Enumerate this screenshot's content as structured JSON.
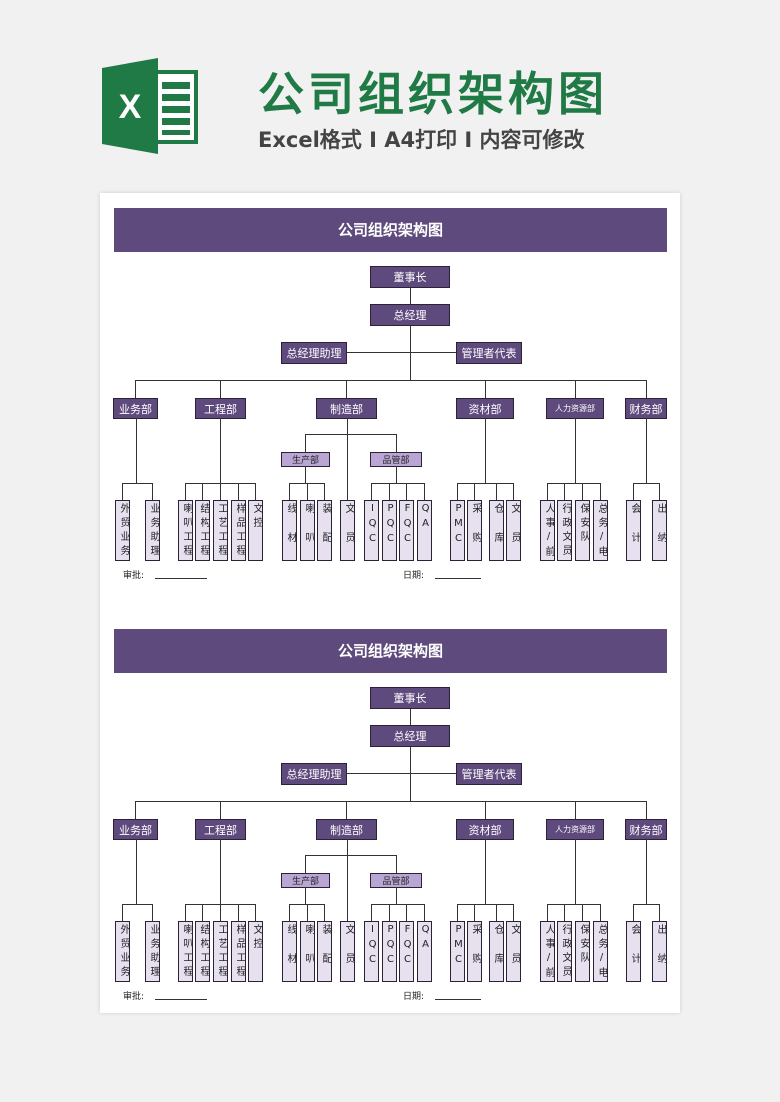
{
  "header": {
    "title": "公司组织架构图",
    "subtitle": "Excel格式 I A4打印 I 内容可修改",
    "logo_letter": "X"
  },
  "sheet": {
    "title": "公司组织架构图",
    "chairman": "董事长",
    "gm": "总经理",
    "gm_assistant": "总经理助理",
    "mgmt_rep": "管理者代表",
    "depts": [
      "业务部",
      "工程部",
      "制造部",
      "资材部",
      "人力资源部",
      "财务部"
    ],
    "subdepts": [
      "生产部",
      "品管部"
    ],
    "leaves": [
      "外贸业务",
      "业务助理",
      "喇叭工程",
      "结构工程",
      "工艺工程",
      "样品工程",
      "文控",
      "线 材",
      "喇 叭",
      "装 配",
      "文 员",
      "IQC",
      "PQC",
      "FQC",
      "QA",
      "PMC",
      "采 购",
      "仓 库",
      "文 员",
      "人事/前",
      "行政文员",
      "保安队",
      "总务/电",
      "会 计",
      "出 纳"
    ],
    "approve_label": "审批:",
    "date_label": "日期:"
  },
  "colors": {
    "brand": "#1f7a45",
    "bar": "#5e4a7c",
    "leaf": "#e6e0ef",
    "sub": "#b9a6d4"
  }
}
